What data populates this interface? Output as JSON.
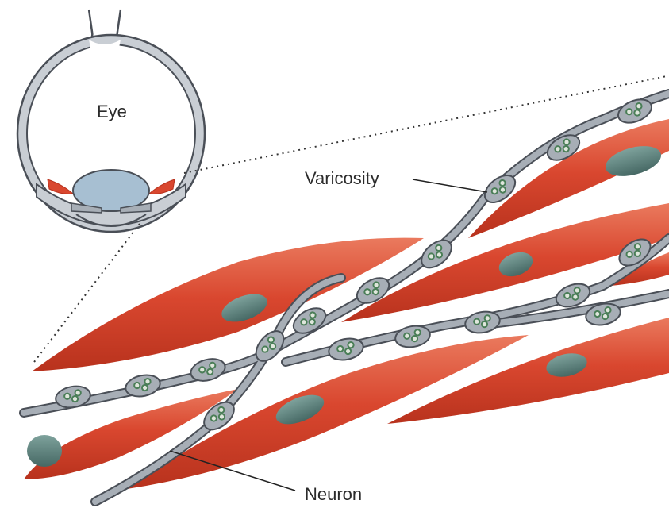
{
  "labels": {
    "eye": "Eye",
    "varicosity": "Varicosity",
    "neuron": "Neuron"
  },
  "colors": {
    "muscle": "#d9472f",
    "muscle_dark": "#b8321d",
    "muscle_light": "#ea7a5e",
    "nucleus": "#5f8580",
    "nerve": "#a7aeb6",
    "nerve_outline": "#4a4f57",
    "vesicle": "#4a7e57",
    "eye_wall": "#c9ced4",
    "lens": "#a7bfd2"
  }
}
